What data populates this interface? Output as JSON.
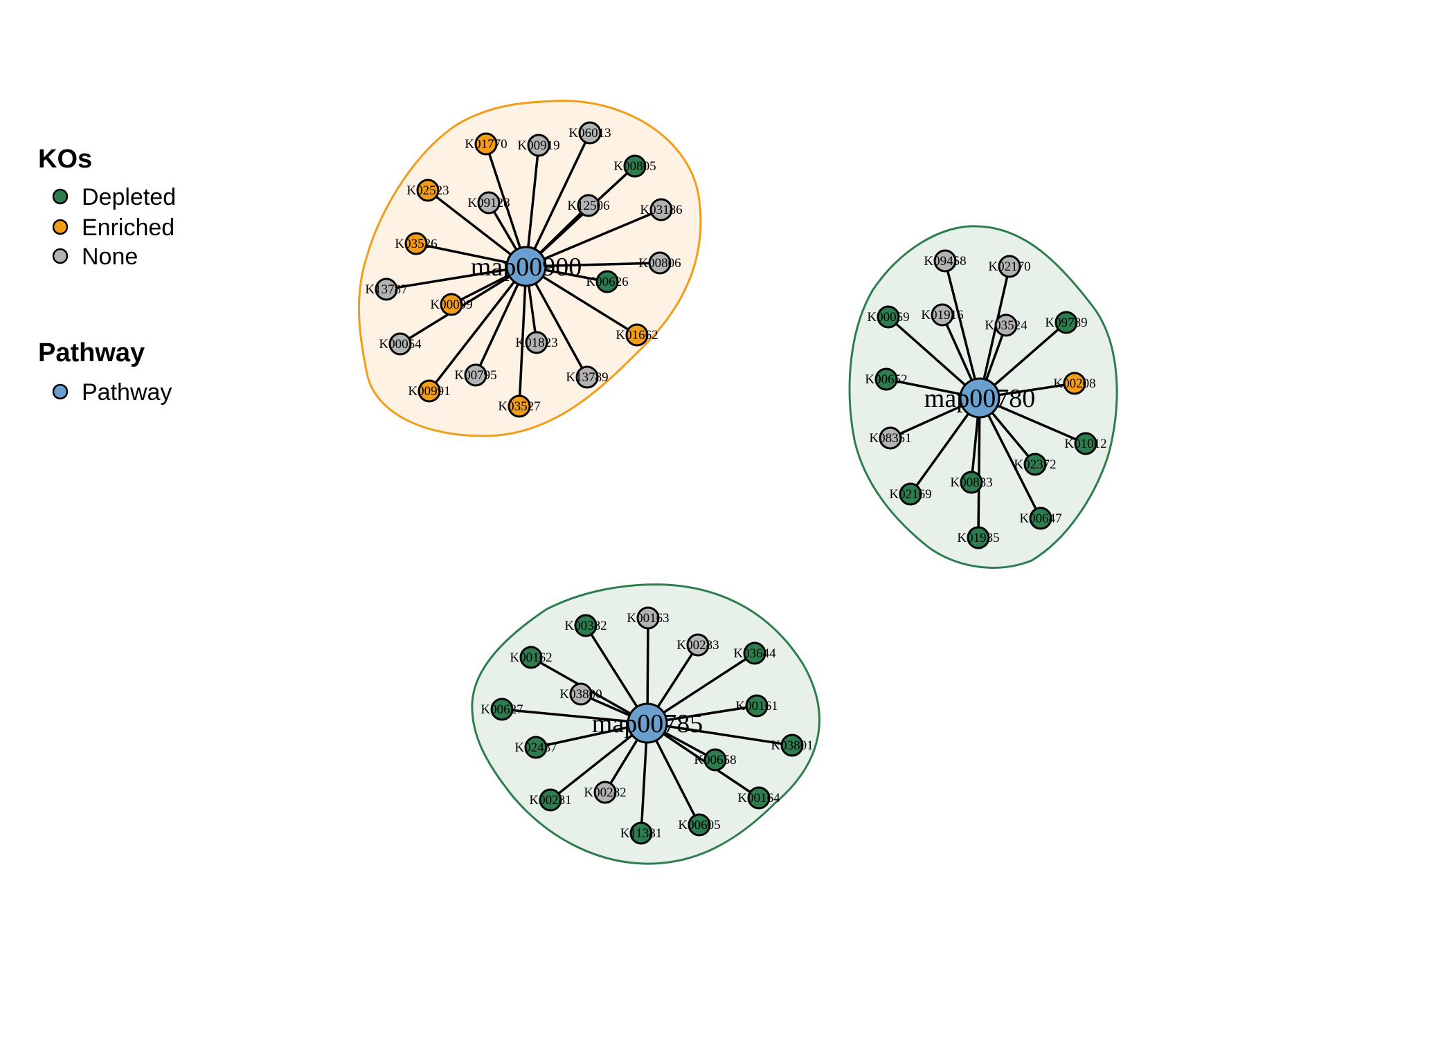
{
  "colors": {
    "Depleted": "#2e7d4f",
    "Enriched": "#f39c1a",
    "None": "#b3b3b3",
    "Pathway": "#6a9fce"
  },
  "legend": {
    "kos_title": "KOs",
    "kos_items": [
      {
        "label": "Depleted",
        "color": "#2e7d4f"
      },
      {
        "label": "Enriched",
        "color": "#f39c1a"
      },
      {
        "label": "None",
        "color": "#b3b3b3"
      }
    ],
    "pathway_title": "Pathway",
    "pathway_items": [
      {
        "label": "Pathway",
        "color": "#6a9fce"
      }
    ]
  },
  "networks": [
    {
      "pathway": "map00900",
      "hull_stroke": "#f39c1a",
      "hull_fill": "#fdf2e4",
      "kos": [
        {
          "id": "K01770",
          "status": "Enriched"
        },
        {
          "id": "K00919",
          "status": "None"
        },
        {
          "id": "K06013",
          "status": "None"
        },
        {
          "id": "K00805",
          "status": "Depleted"
        },
        {
          "id": "K02523",
          "status": "Enriched"
        },
        {
          "id": "K09128",
          "status": "None"
        },
        {
          "id": "K12506",
          "status": "None"
        },
        {
          "id": "K03186",
          "status": "None"
        },
        {
          "id": "K03526",
          "status": "Enriched"
        },
        {
          "id": "K00806",
          "status": "None"
        },
        {
          "id": "K00626",
          "status": "Depleted"
        },
        {
          "id": "K13787",
          "status": "None"
        },
        {
          "id": "K00099",
          "status": "Enriched"
        },
        {
          "id": "K00054",
          "status": "None"
        },
        {
          "id": "K01823",
          "status": "None"
        },
        {
          "id": "K01662",
          "status": "Enriched"
        },
        {
          "id": "K00795",
          "status": "None"
        },
        {
          "id": "K00991",
          "status": "Enriched"
        },
        {
          "id": "K13789",
          "status": "None"
        },
        {
          "id": "K03527",
          "status": "Enriched"
        }
      ]
    },
    {
      "pathway": "map00780",
      "hull_stroke": "#2e7d4f",
      "hull_fill": "#e8f0ea",
      "kos": [
        {
          "id": "K09458",
          "status": "None"
        },
        {
          "id": "K02170",
          "status": "None"
        },
        {
          "id": "K00059",
          "status": "Depleted"
        },
        {
          "id": "K01916",
          "status": "None"
        },
        {
          "id": "K03524",
          "status": "None"
        },
        {
          "id": "K09789",
          "status": "Depleted"
        },
        {
          "id": "K00652",
          "status": "Depleted"
        },
        {
          "id": "K00208",
          "status": "Enriched"
        },
        {
          "id": "K08351",
          "status": "None"
        },
        {
          "id": "K01012",
          "status": "Depleted"
        },
        {
          "id": "K02372",
          "status": "Depleted"
        },
        {
          "id": "K00833",
          "status": "Depleted"
        },
        {
          "id": "K02169",
          "status": "Depleted"
        },
        {
          "id": "K00647",
          "status": "Depleted"
        },
        {
          "id": "K01935",
          "status": "Depleted"
        }
      ]
    },
    {
      "pathway": "map00785",
      "hull_stroke": "#2e7d4f",
      "hull_fill": "#e8f0ea",
      "kos": [
        {
          "id": "K00163",
          "status": "None"
        },
        {
          "id": "K00382",
          "status": "Depleted"
        },
        {
          "id": "K00283",
          "status": "None"
        },
        {
          "id": "K00162",
          "status": "Depleted"
        },
        {
          "id": "K03644",
          "status": "Depleted"
        },
        {
          "id": "K03800",
          "status": "None"
        },
        {
          "id": "K00161",
          "status": "Depleted"
        },
        {
          "id": "K00627",
          "status": "Depleted"
        },
        {
          "id": "K03801",
          "status": "Depleted"
        },
        {
          "id": "K02437",
          "status": "Depleted"
        },
        {
          "id": "K00658",
          "status": "Depleted"
        },
        {
          "id": "K00282",
          "status": "None"
        },
        {
          "id": "K00164",
          "status": "Depleted"
        },
        {
          "id": "K00281",
          "status": "Depleted"
        },
        {
          "id": "K00605",
          "status": "Depleted"
        },
        {
          "id": "K11381",
          "status": "Depleted"
        }
      ]
    }
  ]
}
